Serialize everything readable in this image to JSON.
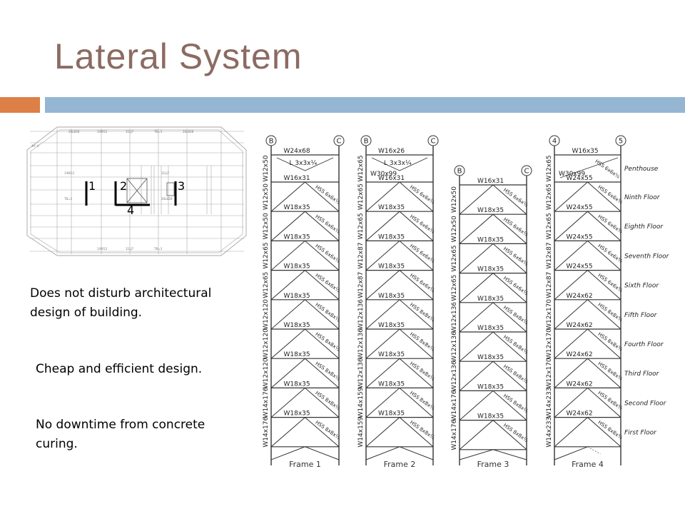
{
  "slide": {
    "title": "Lateral System",
    "bullets": [
      "Does not disturb architectural design of building.",
      "Cheap and efficient design.",
      "No downtime from concrete curing."
    ],
    "colors": {
      "title": "#8b6b62",
      "accent_bar": "#dd8047",
      "header_bar": "#94b6d2"
    }
  },
  "plan": {
    "frame_markers": [
      "1",
      "2",
      "3",
      "4"
    ],
    "beam_labels": [
      "26LB28",
      "14W12",
      "11LJ7",
      "TB=3"
    ],
    "dimension": "40'-4\""
  },
  "floors": [
    "Penthouse",
    "Ninth Floor",
    "Eighth Floor",
    "Seventh Floor",
    "Sixth Floor",
    "Fifth Floor",
    "Fourth Floor",
    "Third Floor",
    "Second Floor",
    "First Floor"
  ],
  "frames": [
    {
      "name": "Frame 1",
      "grids": [
        "B",
        "C"
      ],
      "rows": 11,
      "roof": "W24x68",
      "roof_angle": "L 3x3x¼",
      "beams": [
        "W16x31",
        "W18x35",
        "W18x35",
        "W18x35",
        "W18x35",
        "W18x35",
        "W18x35",
        "W18x35",
        "W18x35"
      ],
      "columns": [
        "W12x50",
        "W12x50",
        "W12x50",
        "W12x65",
        "W12x65",
        "W12x120",
        "W12x120",
        "W12x120",
        "W14x176",
        "W14x176"
      ],
      "braces": [
        "HSS 6x6x½",
        "HSS 6x6x½",
        "HSS 6x6x½",
        "HSS 6x6x½",
        "HSS 8x8x½",
        "HSS 8x8x½",
        "HSS 8x8x½",
        "HSS 8x8x½",
        "HSS 8x8x½"
      ]
    },
    {
      "name": "Frame 2",
      "grids": [
        "B",
        "C"
      ],
      "rows": 11,
      "roof": "W16x26",
      "roof_angle": "L 3x3x¼",
      "mid": "W30x99",
      "beams": [
        "W16x31",
        "W18x35",
        "W18x35",
        "W18x35",
        "W18x35",
        "W18x35",
        "W18x35",
        "W18x35",
        "W18x35"
      ],
      "columns": [
        "W12x65",
        "W12x65",
        "W12x65",
        "W12x87",
        "W12x87",
        "W12x136",
        "W12x136",
        "W12x136",
        "W14x159",
        "W14x159"
      ],
      "braces": [
        "HSS 6x6x½",
        "HSS 6x6x½",
        "HSS 6x6x½",
        "HSS 6x6x½",
        "HSS 8x8x½",
        "HSS 8x8x½",
        "HSS 8x8x½",
        "HSS 8x8x½",
        "HSS 8x8x½"
      ]
    },
    {
      "name": "Frame 3",
      "grids": [
        "B",
        "C"
      ],
      "rows": 10,
      "beams": [
        "W16x31",
        "W18x35",
        "W18x35",
        "W18x35",
        "W18x35",
        "W18x35",
        "W18x35",
        "W18x35",
        "W18x35"
      ],
      "columns": [
        "W12x50",
        "W12x50",
        "W12x65",
        "W12x65",
        "W12x136",
        "W12x136",
        "W12x136",
        "W14x176",
        "W14x176"
      ],
      "braces": [
        "HSS 6x6x½",
        "HSS 6x6x½",
        "HSS 6x6x½",
        "HSS 6x6x½",
        "HSS 8x8x½",
        "HSS 8x8x½",
        "HSS 8x8x½",
        "HSS 8x8x½",
        "HSS 8x8x½"
      ]
    },
    {
      "name": "Frame 4",
      "grids": [
        "4",
        "5"
      ],
      "rows": 11,
      "roof": "W16x35",
      "roof_brace": "HSS 6x6x¼",
      "mid": "W30x99",
      "beams": [
        "W24x55",
        "W24x55",
        "W24x55",
        "W24x55",
        "W24x62",
        "W24x62",
        "W24x62",
        "W24x62",
        "W24x62"
      ],
      "columns": [
        "W12x65",
        "W12x65",
        "W12x65",
        "W12x87",
        "W12x87",
        "W12x170",
        "W12x170",
        "W12x170",
        "W14x233",
        "W14x233"
      ],
      "braces": [
        "HSS 6x6x¼",
        "HSS 6x6x½",
        "HSS 6x6x½",
        "HSS 6x6x½",
        "HSS 8x8x½",
        "HSS 8x8x½",
        "HSS 8x8x½",
        "HSS 8x8x½",
        "HSS 8x8x½"
      ]
    }
  ]
}
